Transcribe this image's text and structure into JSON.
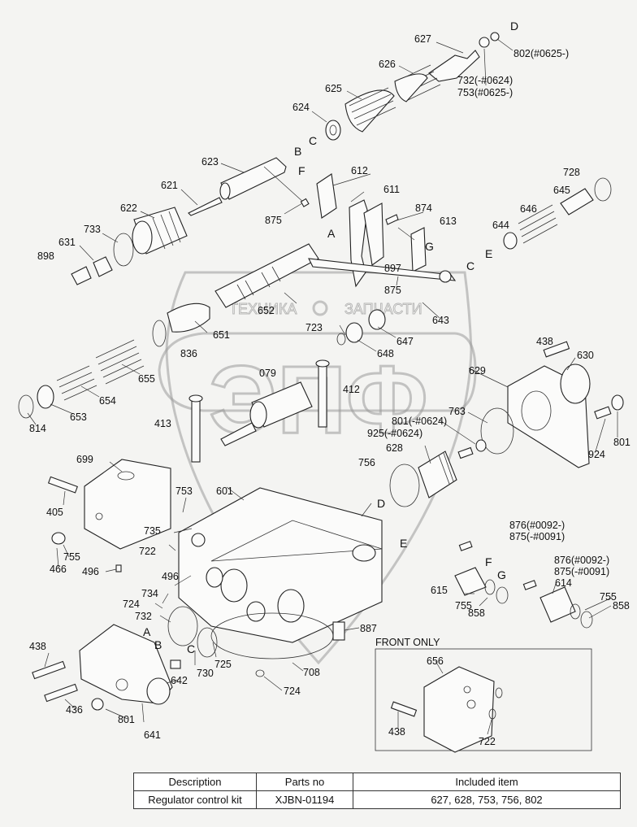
{
  "watermark": {
    "brand": "ЭПФ",
    "text_left": "ТЕХНИКА",
    "text_right": "ЗАПЧАСТИ"
  },
  "callouts": {
    "c627": "627",
    "D1": "D",
    "c802": "802(#0625-)",
    "c626": "626",
    "c732a": "732(-#0624)",
    "c753a": "753(#0625-)",
    "c625": "625",
    "c624": "624",
    "C1": "C",
    "B1": "B",
    "c623": "623",
    "F1": "F",
    "c612": "612",
    "c621": "621",
    "c611": "611",
    "c728": "728",
    "c622": "622",
    "c875a": "875",
    "c874": "874",
    "c645": "645",
    "c733a": "733",
    "c613": "613",
    "c646": "646",
    "c644": "644",
    "c631": "631",
    "A1": "A",
    "G1": "G",
    "c898": "898",
    "E1": "E",
    "c897": "897",
    "C2": "C",
    "c875b": "875",
    "c652": "652",
    "c643": "643",
    "c723": "723",
    "c647": "647",
    "c651": "651",
    "c836": "836",
    "c648": "648",
    "c438a": "438",
    "c630": "630",
    "c079": "079",
    "c412": "412",
    "c629": "629",
    "c655": "655",
    "c654": "654",
    "c763": "763",
    "c653": "653",
    "c814": "814",
    "c413": "413",
    "c801a": "801(-#0624)",
    "c925": "925(-#0624)",
    "c924": "924",
    "c801b": "801",
    "c628": "628",
    "c699": "699",
    "c756": "756",
    "c753b": "753",
    "c601": "601",
    "D2": "D",
    "c405": "405",
    "c876a": "876(#0092-)",
    "c875c": "875(-#0091)",
    "c735": "735",
    "c722a": "722",
    "E2": "E",
    "c755a": "755",
    "c466": "466",
    "F2": "F",
    "c496a": "496",
    "c876b": "876(#0092-)",
    "c875d": "875(-#0091)",
    "c496b": "496",
    "G2": "G",
    "c615": "615",
    "c614": "614",
    "c734": "734",
    "c724a": "724",
    "c755b": "755",
    "c755c": "755",
    "c858a": "858",
    "c858b": "858",
    "c732b": "732",
    "A2": "A",
    "c887": "887",
    "c438b": "438",
    "B2": "B",
    "C3": "C",
    "c642": "642",
    "c725": "725",
    "c730": "730",
    "c708": "708",
    "c724b": "724",
    "c656": "656",
    "c436": "436",
    "c801c": "801",
    "c641": "641",
    "c438c": "438",
    "c722b": "722"
  },
  "front_only": {
    "title": "FRONT ONLY"
  },
  "kit_table": {
    "headers": [
      "Description",
      "Parts no",
      "Included item"
    ],
    "row": [
      "Regulator control  kit",
      "XJBN-01194",
      "627, 628, 753, 756, 802"
    ]
  }
}
